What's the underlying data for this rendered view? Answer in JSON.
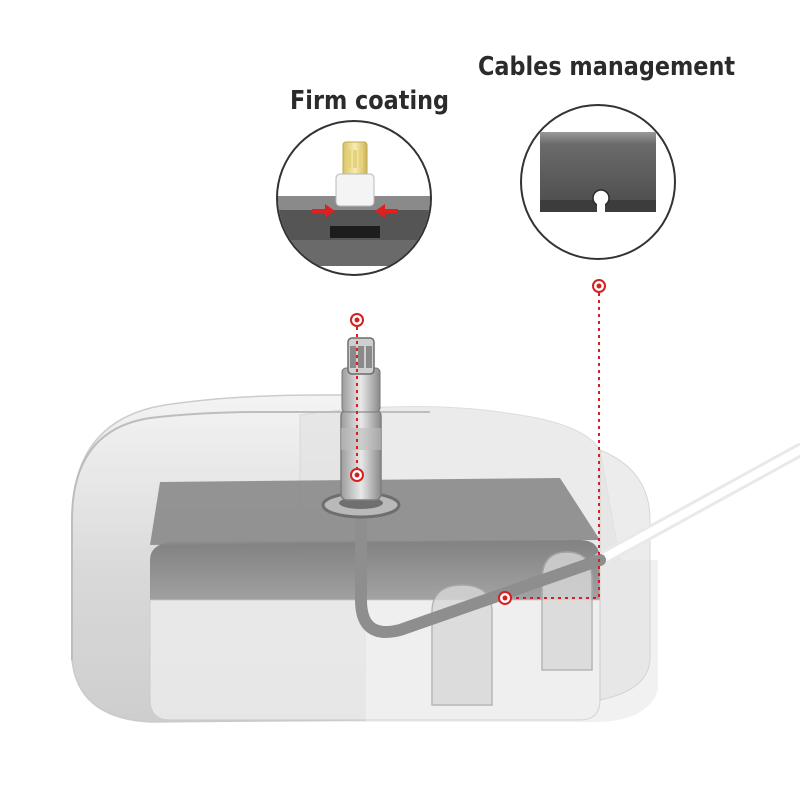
{
  "labels": {
    "firm_coating": "Firm coating",
    "cables_management": "Cables management"
  },
  "callouts": [
    {
      "id": "firm-coating",
      "depicts": "lightning connector held by coating, red arrows pressing inward"
    },
    {
      "id": "cables-management",
      "depicts": "dark plate with round cable slot"
    }
  ],
  "colors": {
    "background": "#ffffff",
    "label_text": "#2b2b2b",
    "leader_line": "#d42020",
    "arrow": "#e02020",
    "dock_shell": "#d9d9d9",
    "dock_inner": "#7a7a7a",
    "plate": "#555555",
    "cable": "#f2f2f2"
  }
}
